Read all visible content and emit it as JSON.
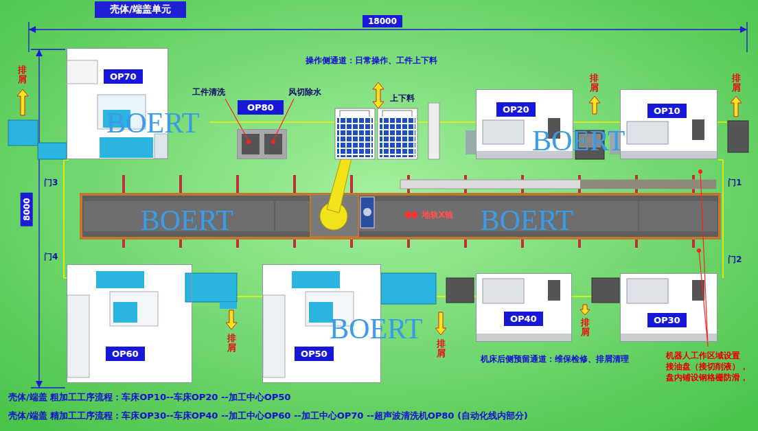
{
  "diagram": {
    "title": "壳体/端盖单元",
    "nodes": [
      {
        "text": [
          "OP70"
        ]
      },
      {
        "text": [
          "OP80"
        ]
      },
      {
        "text": [
          "OP20"
        ]
      },
      {
        "text": [
          "OP10"
        ]
      },
      {
        "text": [
          "OP60"
        ]
      },
      {
        "text": [
          "OP50"
        ]
      },
      {
        "text": [
          "OP40"
        ]
      },
      {
        "text": [
          "OP30"
        ]
      }
    ],
    "labels": [
      "18000",
      "8000",
      "操作侧通道：日常操作、工件上下料",
      "工件清洗",
      "风切除水",
      "上下料",
      "排屑",
      "排屑",
      "排屑",
      "门3",
      "门4",
      "门1",
      "门2",
      "地轨X轴",
      "排屑",
      "排屑",
      "排屑",
      "机床后侧预留通道：维保检修、排屑清理",
      "机器人工作区域设置 接油盘（接切削液）， 盘内铺设钢格栅防滑，",
      "壳体/端盖 粗加工工序流程：车床OP10--车床OP20 --加工中心OP50",
      "壳体/端盖 精加工工序流程：车床OP30--车床OP40 --加工中心OP60 --加工中心OP70 --超声波清洗机OP80 (自动化线内部分)",
      "BOERT",
      "BOERT",
      "BOERT",
      "BOERT",
      "BOERT"
    ]
  }
}
